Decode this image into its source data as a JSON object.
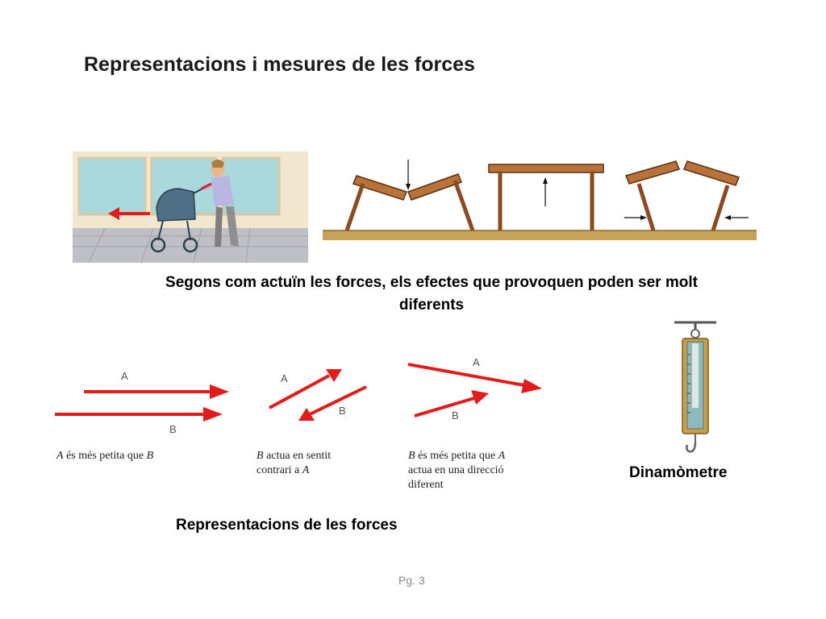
{
  "slide": {
    "title": "Representacions i mesures de les forces",
    "effects_caption_line1": "Segons com actuïn les forces, els efectes que provoquen poden ser molt",
    "effects_caption_line2": "diferents",
    "representations_label": "Representacions de les forces",
    "dynamometer_label": "Dinamòmetre",
    "page_number": "Pg. 3"
  },
  "diagrams": [
    {
      "label_a": "A",
      "label_b": "B",
      "caption_parts": [
        "A",
        " és més petita que ",
        "B"
      ]
    },
    {
      "label_a": "A",
      "label_b": "B",
      "caption_line1": [
        "B",
        " actua en sentit"
      ],
      "caption_line2": [
        "contrari a ",
        "A"
      ]
    },
    {
      "label_a": "A",
      "label_b": "B",
      "caption_line1": [
        "B",
        " és més petita que ",
        "A"
      ],
      "caption_line2": "actua en una direcció",
      "caption_line3": "diferent"
    }
  ],
  "colors": {
    "arrow": "#e21b1b",
    "wood": "#8b4a1f",
    "ground": "#c9a25a"
  }
}
